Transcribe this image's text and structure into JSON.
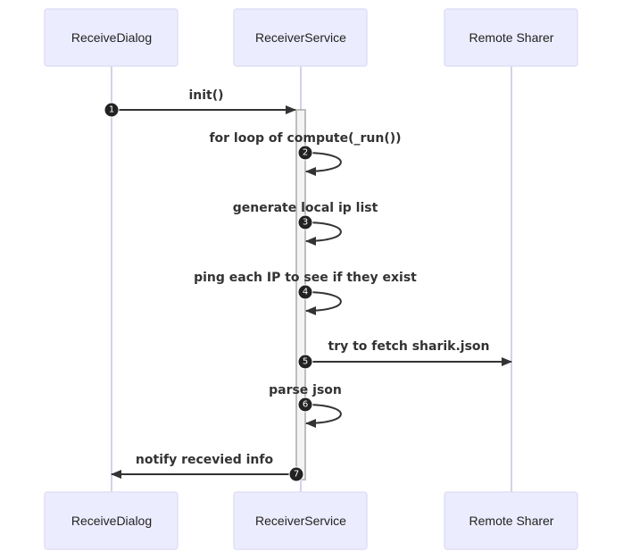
{
  "diagram": {
    "type": "sequence",
    "actors": [
      {
        "id": "dialog",
        "label": "ReceiveDialog"
      },
      {
        "id": "service",
        "label": "ReceiverService"
      },
      {
        "id": "remote",
        "label": "Remote Sharer"
      }
    ],
    "messages": [
      {
        "seq": "1",
        "from": "dialog",
        "to": "service",
        "label": "init()"
      },
      {
        "seq": "2",
        "from": "service",
        "to": "service",
        "label": "for loop of compute(_run())"
      },
      {
        "seq": "3",
        "from": "service",
        "to": "service",
        "label": "generate local ip list"
      },
      {
        "seq": "4",
        "from": "service",
        "to": "service",
        "label": "ping each IP to see if they exist"
      },
      {
        "seq": "5",
        "from": "service",
        "to": "remote",
        "label": "try to fetch sharik.json"
      },
      {
        "seq": "6",
        "from": "service",
        "to": "service",
        "label": "parse json"
      },
      {
        "seq": "7",
        "from": "service",
        "to": "dialog",
        "label": "notify recevied info"
      }
    ],
    "colors": {
      "actor_fill": "#ececff",
      "lifeline": "#d3d1ee",
      "message": "#333333"
    }
  }
}
